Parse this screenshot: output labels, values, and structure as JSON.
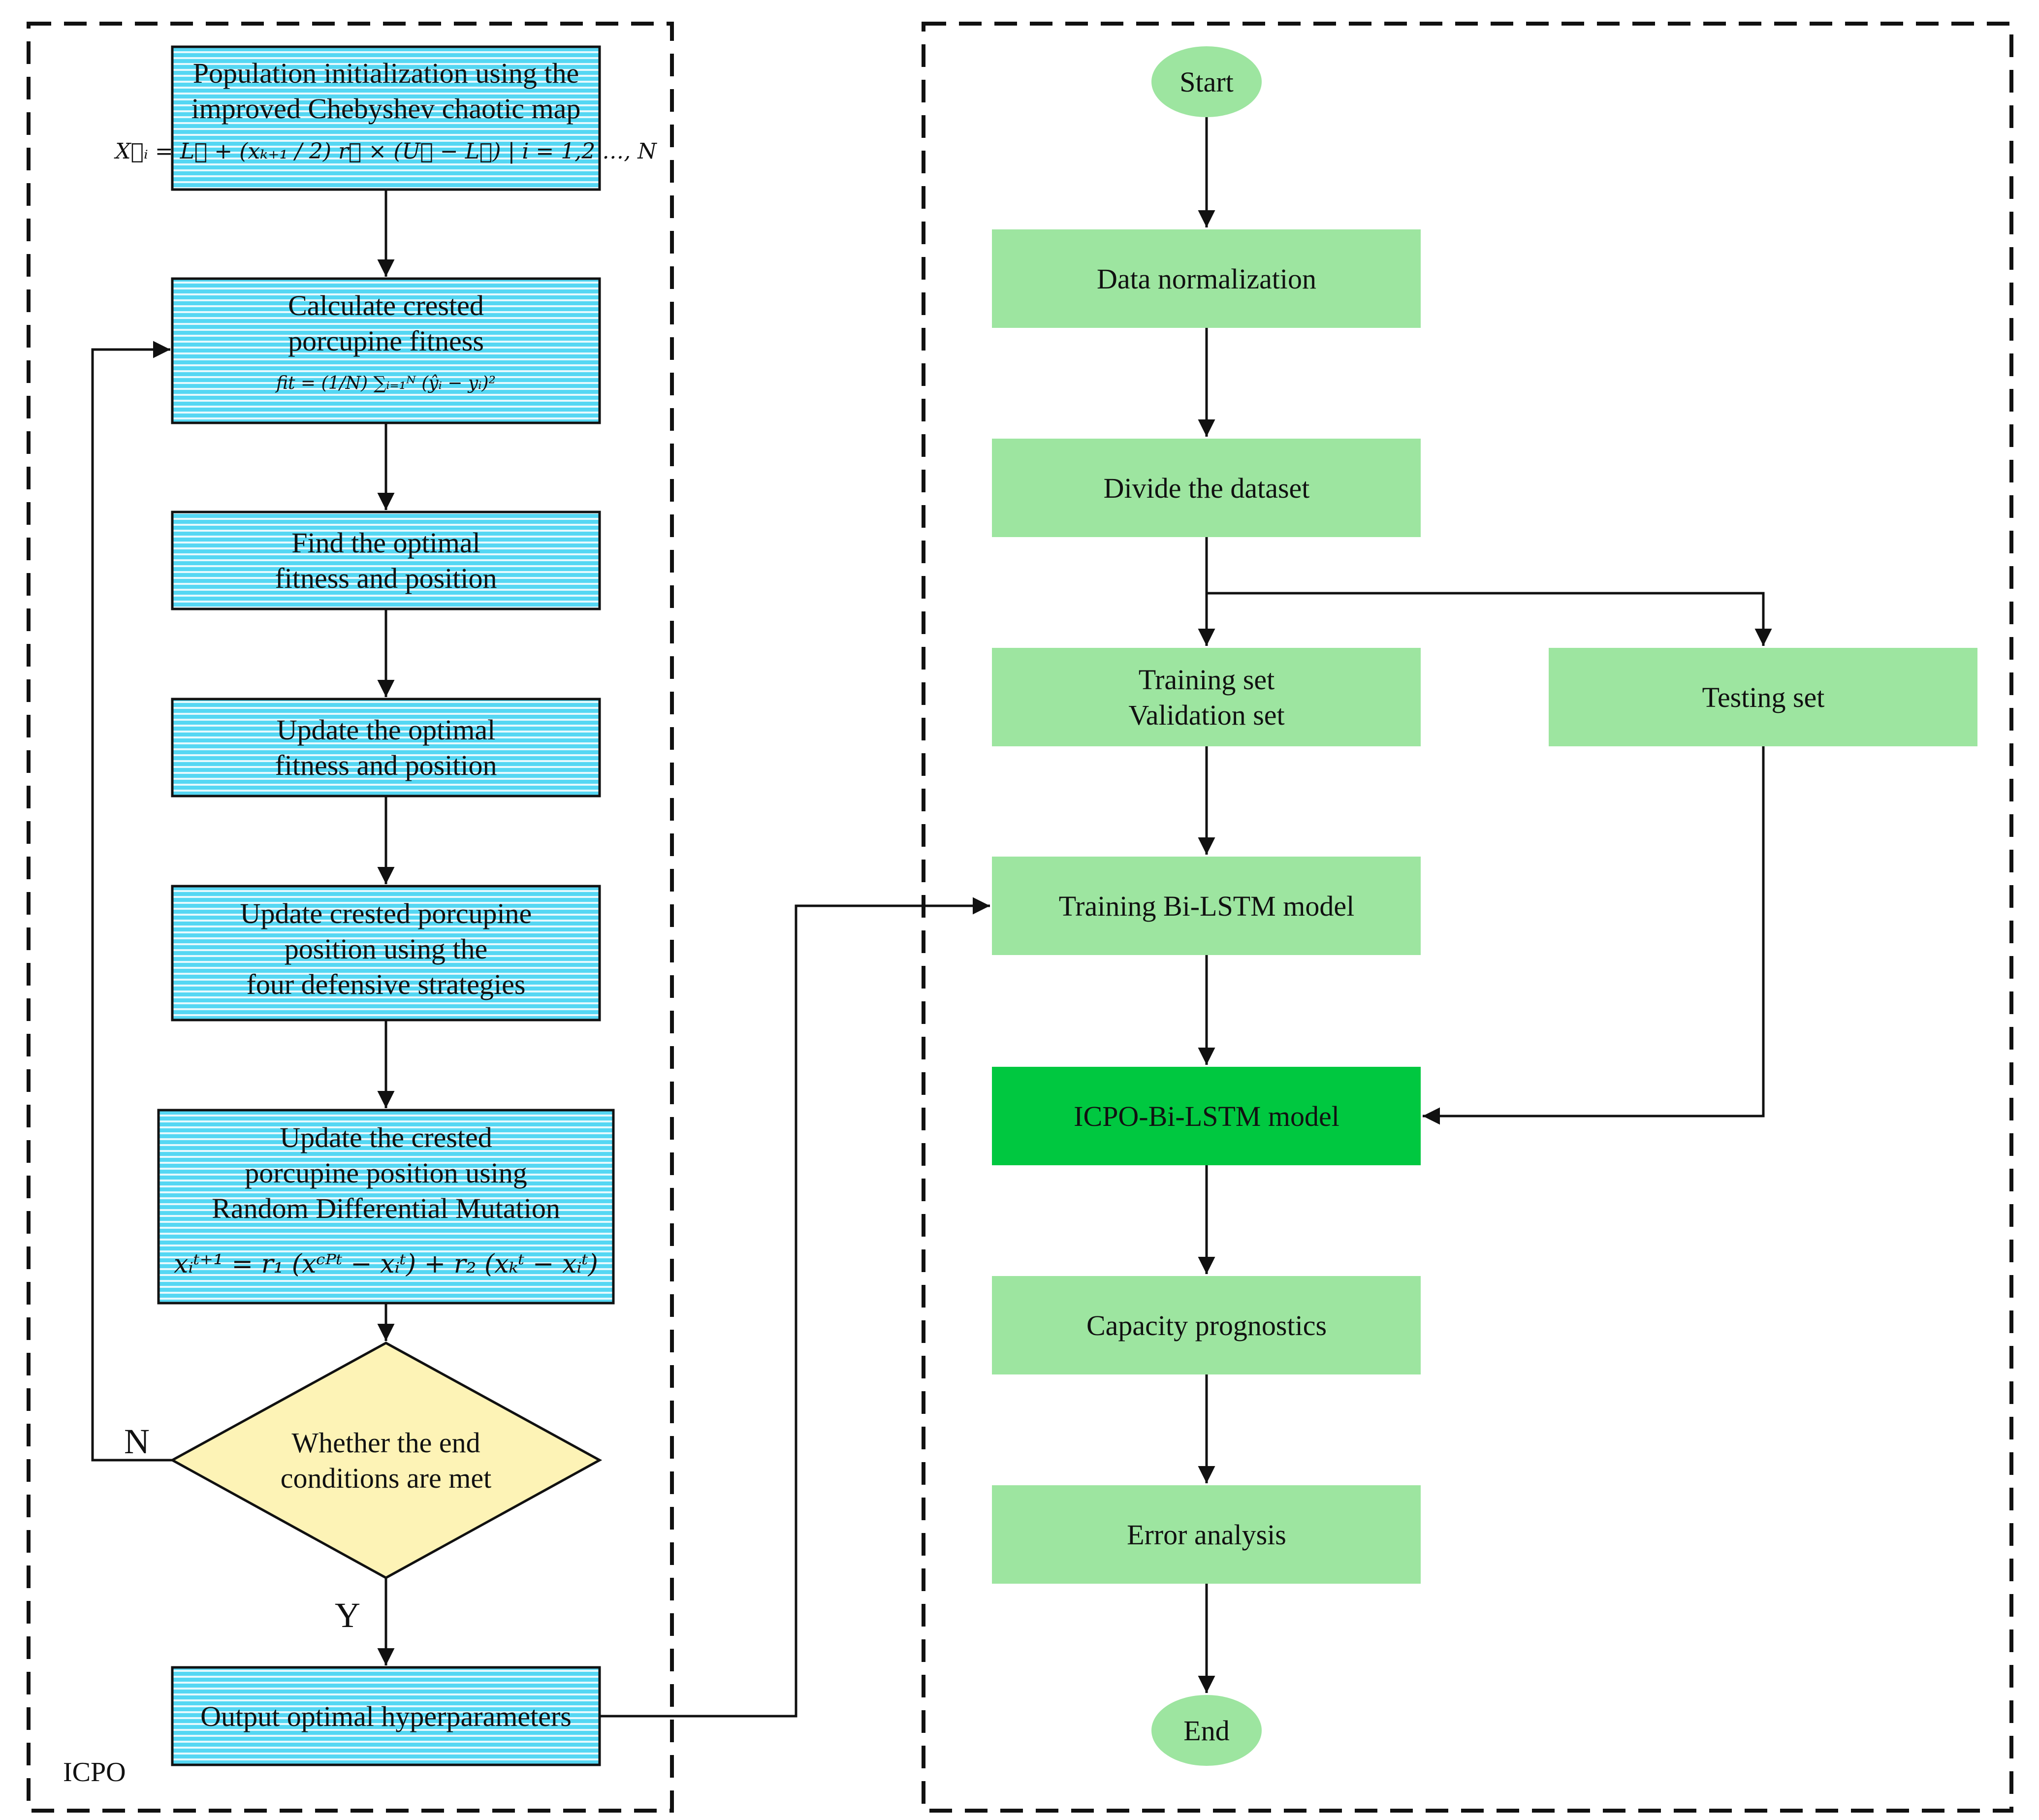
{
  "left_panel": {
    "label": "ICPO",
    "steps": {
      "init": {
        "lines": [
          "Population initialization using the",
          "improved Chebyshev chaotic map"
        ],
        "formula": "X⃗ᵢ = L⃗ + (xₖ₊₁ / 2) r⃗ × (U⃗ − L⃗) | i = 1,2 …, N"
      },
      "fitness": {
        "lines": [
          "Calculate crested",
          "porcupine fitness"
        ],
        "formula": "fit = (1/N) ∑ᵢ₌₁ᴺ (ŷᵢ − yᵢ)²"
      },
      "find_optimal": {
        "lines": [
          "Find the optimal",
          "fitness and position"
        ]
      },
      "update_optimal": {
        "lines": [
          "Update the optimal",
          "fitness and position"
        ]
      },
      "update_position": {
        "lines": [
          "Update crested porcupine",
          "position using the",
          "four defensive strategies"
        ]
      },
      "mutation": {
        "lines": [
          "Update the crested",
          "porcupine position using",
          "Random Differential Mutation"
        ],
        "formula": "xᵢᵗ⁺¹ = r₁ (xᶜᴾᵗ − xᵢᵗ) + r₂ (xₖᵗ − xᵢᵗ)"
      },
      "decision": {
        "lines": [
          "Whether the end",
          "conditions are met"
        ],
        "no_label": "N",
        "yes_label": "Y"
      },
      "output": {
        "lines": [
          "Output optimal hyperparameters"
        ]
      }
    }
  },
  "right_panel": {
    "start": "Start",
    "data_normalization": "Data normalization",
    "divide_dataset": "Divide the dataset",
    "training_set": [
      "Training set",
      "Validation set"
    ],
    "testing_set": "Testing set",
    "training_model": "Training Bi-LSTM model",
    "icpo_model": "ICPO-Bi-LSTM model",
    "capacity": "Capacity prognostics",
    "error": "Error analysis",
    "end": "End"
  },
  "colors": {
    "blue_box": "#55d7f3",
    "blue_stripe": "#ffffff",
    "green_box": "#9de5a0",
    "dark_green_box": "#00c840",
    "decision_fill": "#fdf3b6",
    "terminal_fill": "#9de5a0",
    "line": "#111111"
  }
}
